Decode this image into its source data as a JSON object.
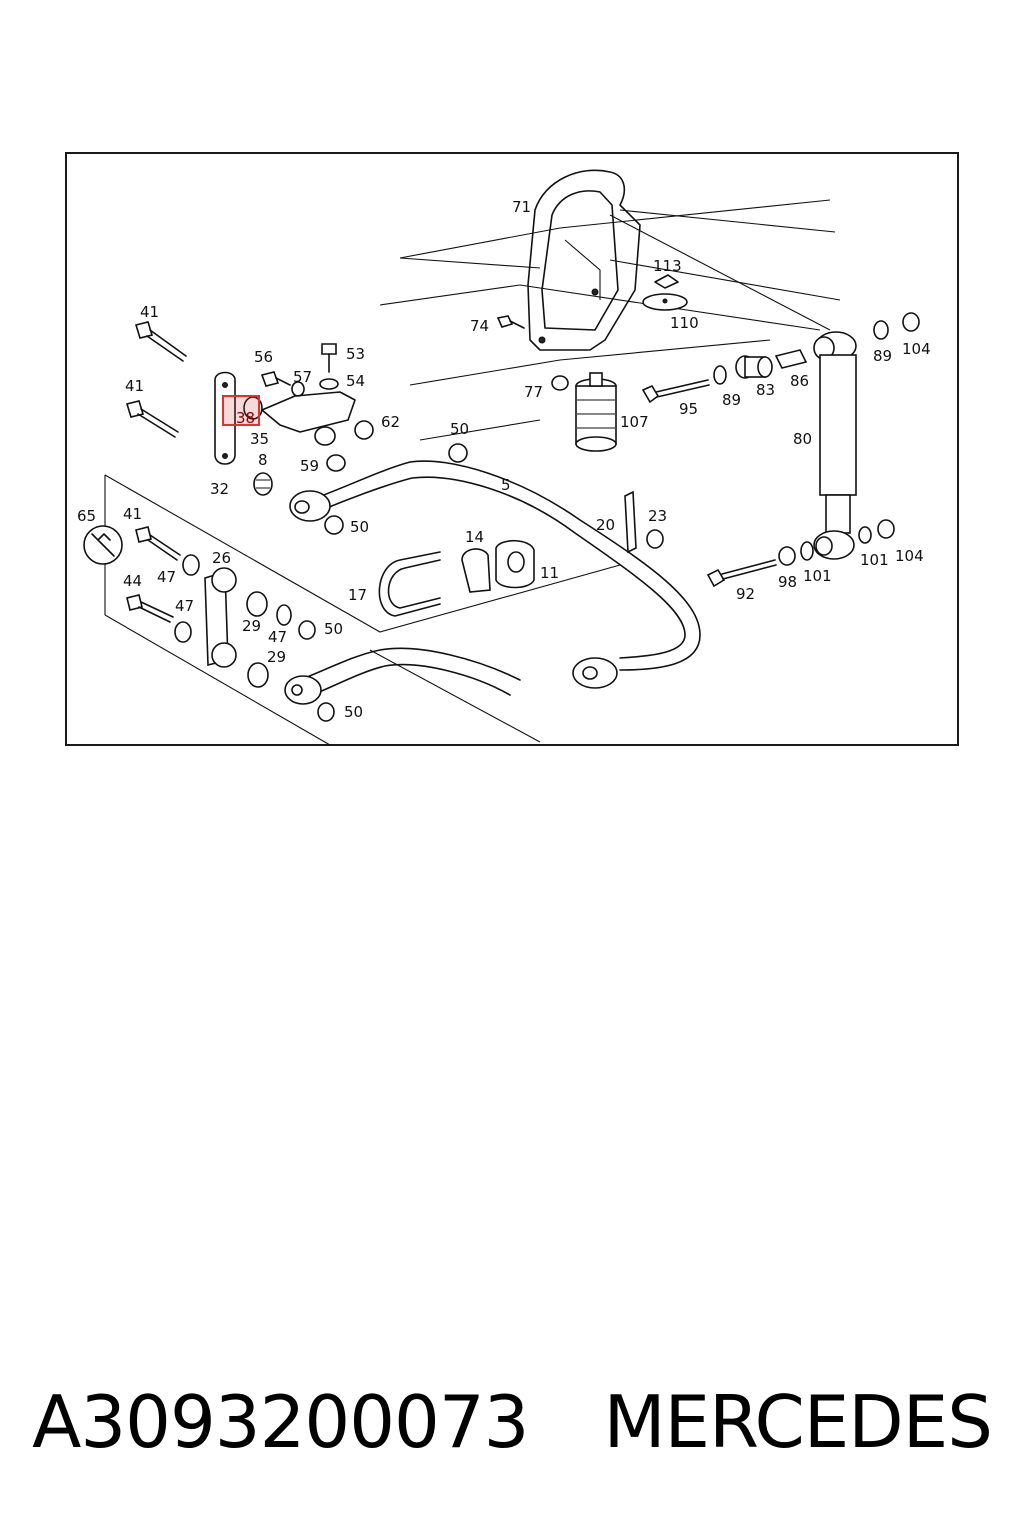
{
  "caption": {
    "part_number": "A3093200073",
    "brand": "MERCEDES"
  },
  "diagram": {
    "highlighted_callout": "38",
    "highlight_color": "#e03030",
    "callouts": [
      "71",
      "113",
      "110",
      "74",
      "77",
      "107",
      "41",
      "56",
      "57",
      "53",
      "54",
      "38",
      "35",
      "62",
      "50",
      "8",
      "59",
      "32",
      "5",
      "65",
      "47",
      "26",
      "44",
      "29",
      "20",
      "23",
      "14",
      "11",
      "17",
      "95",
      "89",
      "83",
      "86",
      "104",
      "80",
      "92",
      "98",
      "101"
    ],
    "icons": [
      "wrench-icon"
    ]
  }
}
